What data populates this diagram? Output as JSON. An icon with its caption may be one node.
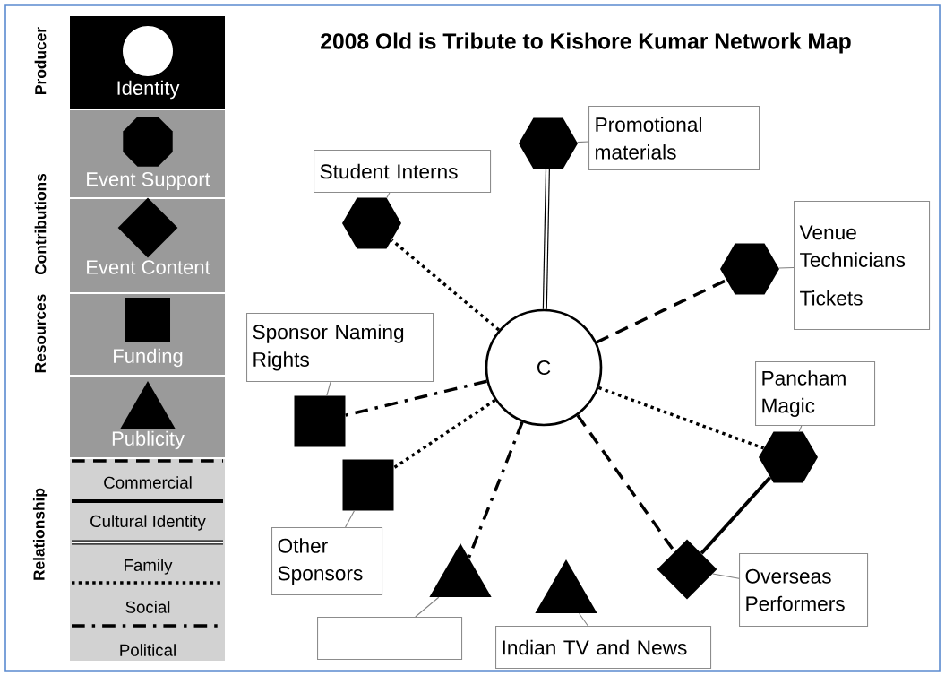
{
  "diagram": {
    "title": "2008 Old is Tribute to Kishore Kumar Network Map",
    "nodes": [
      {
        "text": [
          "C"
        ]
      },
      {
        "text": [],
        "shape": "hexagon"
      },
      {
        "text": [
          "Promotional materials"
        ]
      },
      {
        "text": [
          "Student Interns"
        ]
      },
      {
        "text": [],
        "shape": "hexagon"
      },
      {
        "text": [],
        "shape": "hexagon"
      },
      {
        "text": [
          "Venue Technicians",
          "Tickets"
        ]
      },
      {
        "text": [
          "Sponsor Naming Rights"
        ]
      },
      {
        "text": [],
        "shape": "square"
      },
      {
        "text": [
          "Pancham Magic"
        ]
      },
      {
        "text": [],
        "shape": "hexagon"
      },
      {
        "text": [],
        "shape": "square"
      },
      {
        "text": [
          "Other Sponsors"
        ]
      },
      {
        "text": [],
        "shape": "diamond"
      },
      {
        "text": [
          "Overseas Performers"
        ]
      },
      {
        "text": [],
        "shape": "triangle"
      },
      {
        "text": [],
        "shape": "triangle"
      },
      {
        "text": [],
        "shape": "box"
      },
      {
        "text": [
          "Indian TV and News"
        ]
      }
    ],
    "edges": [
      {
        "from": 0,
        "to": 1,
        "arrow": "none",
        "style": "thick"
      },
      {
        "from": 0,
        "to": 4,
        "arrow": "none",
        "style": "dashed"
      },
      {
        "from": 0,
        "to": 5,
        "arrow": "none",
        "style": "dashed"
      },
      {
        "from": 0,
        "to": 8,
        "arrow": "none",
        "style": "dashed"
      },
      {
        "from": 0,
        "to": 11,
        "arrow": "none",
        "style": "dashed"
      },
      {
        "from": 0,
        "to": 15,
        "arrow": "none",
        "style": "dashed"
      },
      {
        "from": 0,
        "to": 10,
        "arrow": "none",
        "style": "dashed"
      },
      {
        "from": 0,
        "to": 13,
        "arrow": "none",
        "style": "dashed"
      },
      {
        "from": 10,
        "to": 13,
        "arrow": "none",
        "style": "thick"
      },
      {
        "from": 2,
        "to": 1,
        "arrow": "none",
        "color": "#808080"
      },
      {
        "from": 3,
        "to": 4,
        "arrow": "none",
        "color": "#808080"
      },
      {
        "from": 6,
        "to": 5,
        "arrow": "none",
        "color": "#808080"
      },
      {
        "from": 7,
        "to": 8,
        "arrow": "none",
        "color": "#808080"
      },
      {
        "from": 9,
        "to": 10,
        "arrow": "none",
        "color": "#808080"
      },
      {
        "from": 12,
        "to": 11,
        "arrow": "none",
        "color": "#808080"
      },
      {
        "from": 14,
        "to": 13,
        "arrow": "none",
        "color": "#808080"
      },
      {
        "from": 17,
        "to": 15,
        "arrow": "none",
        "color": "#808080"
      },
      {
        "from": 18,
        "to": 16,
        "arrow": "none",
        "color": "#808080"
      }
    ],
    "labels": [
      "Producer",
      "Contributions",
      "Resources",
      "Relationship"
    ],
    "legend": [
      {
        "text": "Identity"
      },
      {
        "text": "Event Support"
      },
      {
        "text": "Event Content"
      },
      {
        "text": "Funding"
      },
      {
        "text": "Publicity"
      },
      {
        "text": "Commercial"
      },
      {
        "text": "Cultural Identity"
      },
      {
        "text": "Family"
      },
      {
        "text": "Social"
      },
      {
        "text": "Political"
      }
    ]
  }
}
